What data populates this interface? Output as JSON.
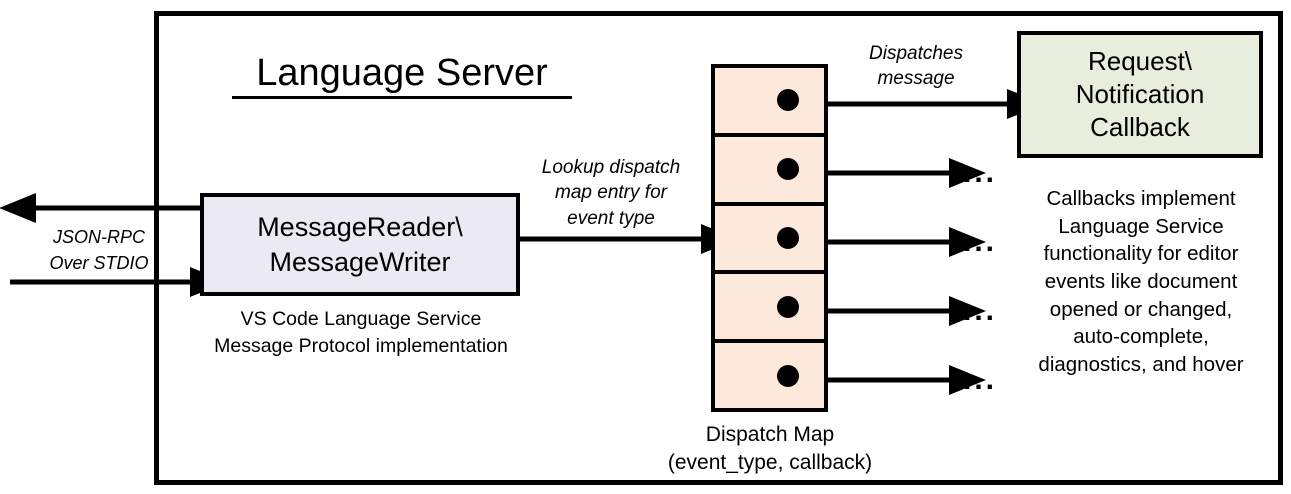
{
  "diagram": {
    "title": "Language Server",
    "left_io": {
      "label_lines": [
        "JSON-RPC",
        "Over STDIO"
      ],
      "outbound_arrow": "arrow-left-out",
      "inbound_arrow": "arrow-right-in"
    },
    "reader_box": {
      "line1": "MessageReader\\",
      "line2": "MessageWriter",
      "caption_line1": "VS Code Language Service",
      "caption_line2": "Message Protocol implementation",
      "fill": "#ebe9f2"
    },
    "lookup_label": {
      "line1": "Lookup dispatch",
      "line2": "map entry for",
      "line3": "event type"
    },
    "dispatch_map": {
      "fill": "#fce9dc",
      "rows": 5,
      "caption_line1": "Dispatch Map",
      "caption_line2": "(event_type, callback)"
    },
    "dispatches_label": {
      "line1": "Dispatches",
      "line2": "message"
    },
    "callback_box": {
      "line1": "Request\\",
      "line2": "Notification",
      "line3": "Callback",
      "fill": "#e8eede"
    },
    "callback_caption": {
      "lines": [
        "Callbacks implement",
        "Language Service",
        "functionality for editor",
        "events like document",
        "opened or changed,",
        "auto-complete,",
        "diagnostics, and hover"
      ]
    },
    "ellipses": [
      "...",
      "...",
      "...",
      "..."
    ],
    "colors": {
      "stroke": "#000000",
      "background": "#ffffff"
    }
  }
}
